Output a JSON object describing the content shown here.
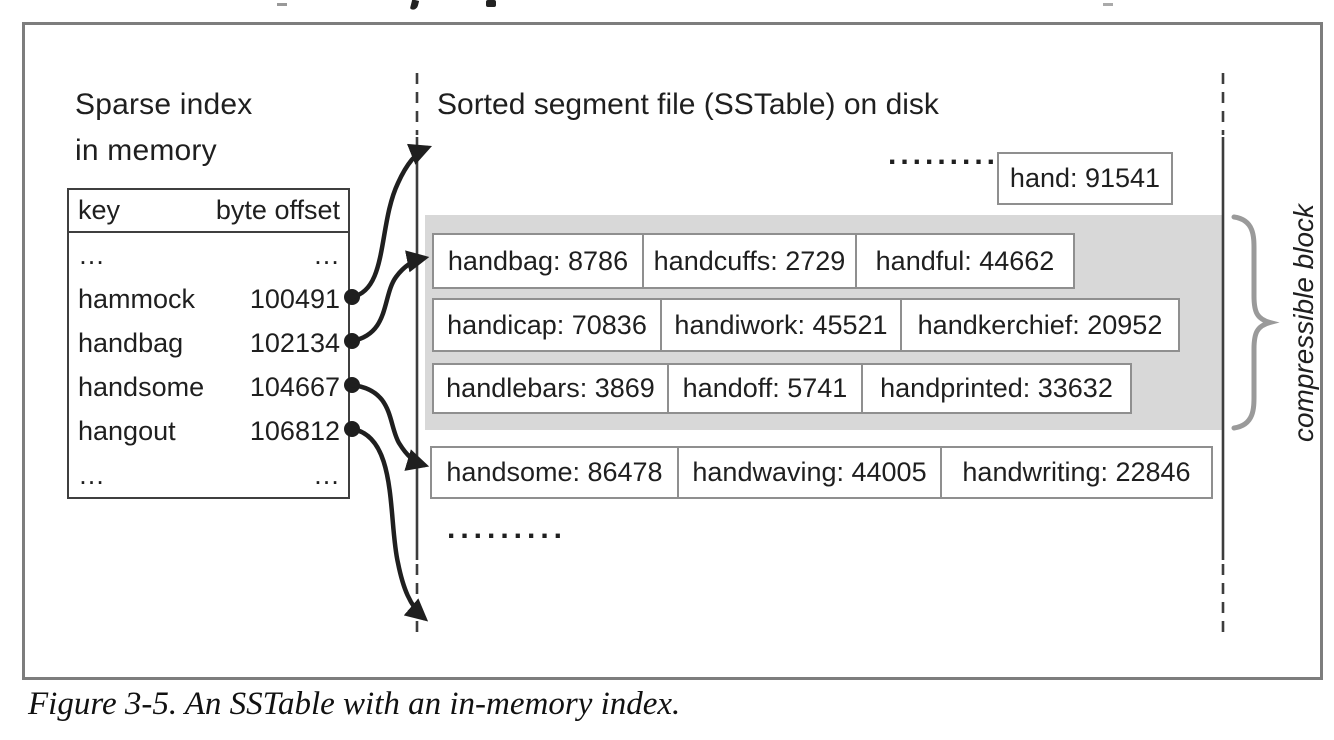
{
  "figure": {
    "caption": "Figure 3-5. An SSTable with an in-memory index.",
    "sparse_index": {
      "title_line1": "Sparse index",
      "title_line2": "in memory",
      "table": {
        "headers": {
          "key": "key",
          "offset": "byte offset"
        },
        "rows": [
          {
            "key": "…",
            "offset": "…"
          },
          {
            "key": "hammock",
            "offset": "100491"
          },
          {
            "key": "handbag",
            "offset": "102134"
          },
          {
            "key": "handsome",
            "offset": "104667"
          },
          {
            "key": "hangout",
            "offset": "106812"
          },
          {
            "key": "…",
            "offset": "…"
          }
        ]
      }
    },
    "sstable": {
      "title": "Sorted segment file (SSTable) on disk",
      "top_dots": ".........",
      "top_entry": "hand: 91541",
      "rows": [
        {
          "cells": [
            "handbag: 8786",
            "handcuffs: 2729",
            "handful: 44662"
          ]
        },
        {
          "cells": [
            "handicap: 70836",
            "handiwork: 45521",
            "handkerchief: 20952"
          ]
        },
        {
          "cells": [
            "handlebars: 3869",
            "handoff: 5741",
            "handprinted: 33632"
          ]
        },
        {
          "cells": [
            "handsome: 86478",
            "handwaving: 44005",
            "handwriting: 22846"
          ]
        }
      ],
      "bottom_dots": "........."
    },
    "compressible_block_label": "compressible block",
    "colors": {
      "ink": "#1f1f1f",
      "block_bg": "#d8d8d8",
      "box_border": "#8f8f8f",
      "frame_border": "#7d7d7d",
      "brace": "#9a9a9a"
    }
  }
}
